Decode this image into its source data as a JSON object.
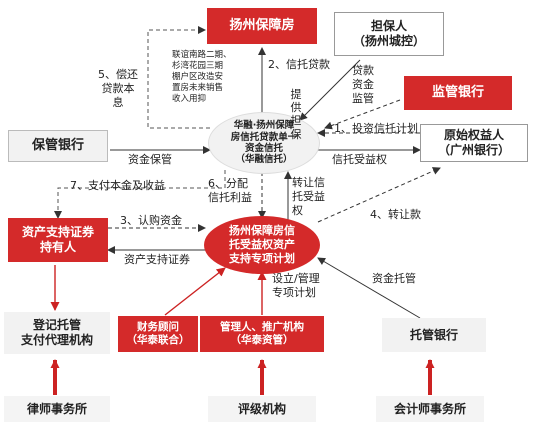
{
  "nodes": {
    "yangzhou_housing": "扬州保障房",
    "guarantor_line1": "担保人",
    "guarantor_line2": "（扬州城控）",
    "supervising_bank": "监管银行",
    "custody_bank_left": "保管银行",
    "original_beneficiary_line1": "原始权益人",
    "original_beneficiary_line2": "（广州银行）",
    "abs_holder_line1": "资产支持证券",
    "abs_holder_line2": "持有人",
    "trust_line1": "华融·扬州保障",
    "trust_line2": "房信托贷款单一",
    "trust_line3": "资金信托",
    "trust_line4": "（华融信托）",
    "spv_line1": "扬州保障房信",
    "spv_line2": "托受益权资产",
    "spv_line3": "支持专项计划",
    "registrar_line1": "登记托管",
    "registrar_line2": "支付代理机构",
    "financial_advisor_line1": "财务顾问",
    "financial_advisor_line2": "（华泰联合）",
    "manager_line1": "管理人、推广机构",
    "manager_line2": "（华泰资管）",
    "custody_bank_right": "托管银行",
    "law_firm": "律师事务所",
    "rating_agency": "评级机构",
    "accounting_firm": "会计师事务所"
  },
  "labels": {
    "projects_line1": "联谊南路二期、",
    "projects_line2": "杉湾花园三期",
    "projects_line3": "棚户区改造安",
    "projects_line4": "置房未来销售",
    "projects_line5": "收入用抑",
    "trust_loan": "2、信托贷款",
    "provide_guarantee": "提供担保",
    "repay_principal": "5、偿还贷款本息",
    "loan_fund_supervision": "贷款资金监管",
    "invest_trust_plan": "1、投资信托计划",
    "trust_beneficiary_right": "信托受益权",
    "fund_custody": "资金保管",
    "pay_principal_income": "7、支付本金及收益",
    "distribute_trust_income": "6、分配信托利益",
    "transfer_trust_right": "转让信托受益权",
    "transfer_payment": "4、转让款",
    "subscribe_funds": "3、认购资金",
    "abs_securities": "资产支持证券",
    "establish_manage": "设立/管理专项计划",
    "fund_custody_right": "资金托管"
  }
}
